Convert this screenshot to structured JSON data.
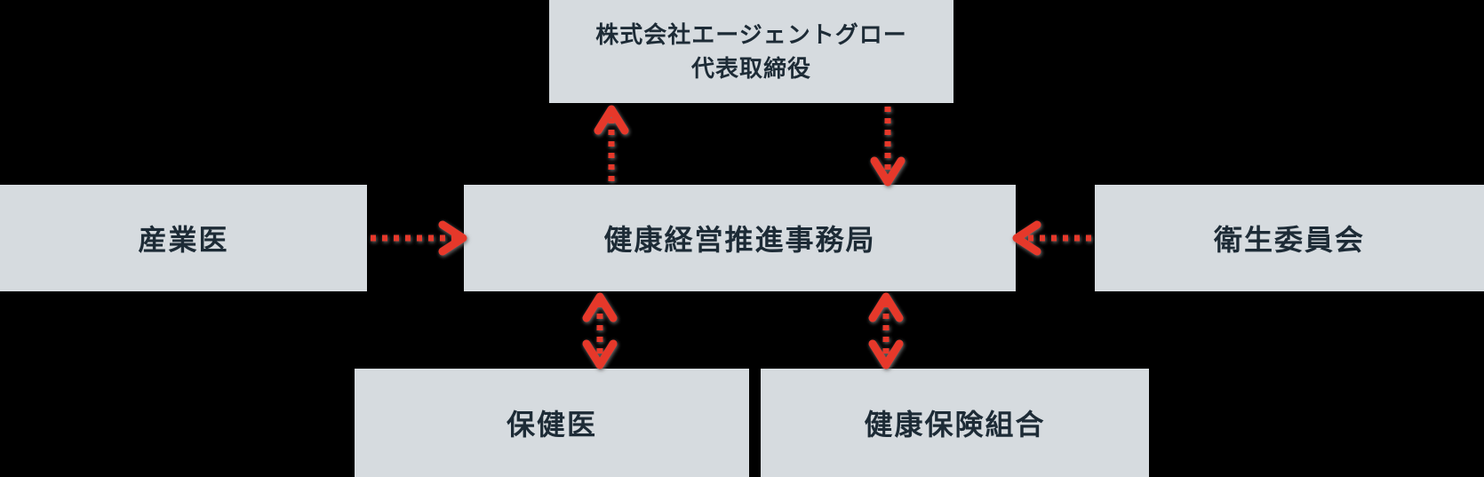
{
  "diagram": {
    "type": "org-chart",
    "colors": {
      "background": "#000000",
      "node_fill": "#d6dbdf",
      "node_text": "#1d2b36",
      "arrow_red": "#e6392b",
      "arrow_shadow": "#6f6f6f"
    },
    "nodes": {
      "ceo": {
        "line1": "株式会社エージェントグロー",
        "line2": "代表取締役"
      },
      "office": {
        "label": "健康経営推進事務局"
      },
      "industrial_physician": {
        "label": "産業医"
      },
      "hygiene_committee": {
        "label": "衛生委員会"
      },
      "public_health_doctor": {
        "label": "保健医"
      },
      "health_insurance_association": {
        "label": "健康保険組合"
      }
    },
    "arrows": [
      {
        "name": "office-to-ceo",
        "from": "office",
        "to": "ceo",
        "style": "dashed",
        "direction": "up"
      },
      {
        "name": "ceo-to-office",
        "from": "ceo",
        "to": "office",
        "style": "dashed",
        "direction": "down"
      },
      {
        "name": "industrial-physician-to-office",
        "from": "industrial_physician",
        "to": "office",
        "style": "dashed",
        "direction": "right"
      },
      {
        "name": "hygiene-committee-to-office",
        "from": "hygiene_committee",
        "to": "office",
        "style": "dashed",
        "direction": "left"
      },
      {
        "name": "office-and-public-health-doctor",
        "from": "office",
        "to": "public_health_doctor",
        "style": "dashed",
        "direction": "both"
      },
      {
        "name": "office-and-health-insurance-association",
        "from": "office",
        "to": "health_insurance_association",
        "style": "dashed",
        "direction": "both"
      }
    ]
  }
}
